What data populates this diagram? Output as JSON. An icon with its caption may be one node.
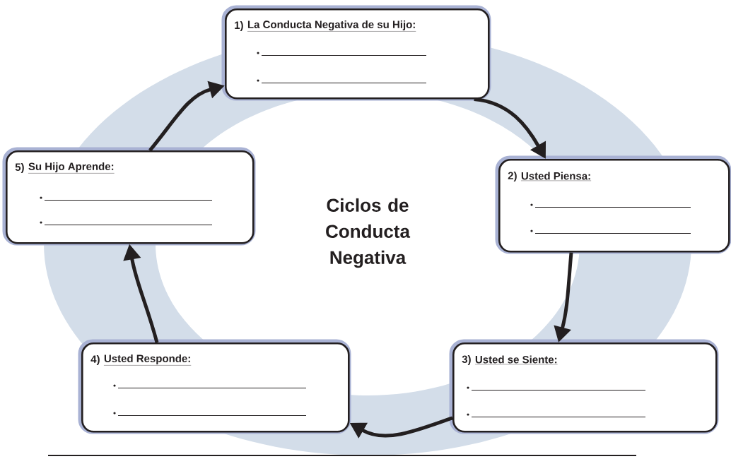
{
  "diagram": {
    "title": "Ciclos de Conducta Negativa",
    "nodes": [
      {
        "text": [
          "1)",
          "La Conducta Negativa de su Hijo:"
        ]
      },
      {
        "text": [
          "2)",
          "Usted Piensa:"
        ]
      },
      {
        "text": [
          "3)",
          "Usted se Siente:"
        ]
      },
      {
        "text": [
          "4)",
          "Usted Responde:"
        ]
      },
      {
        "text": [
          "5)",
          "Su Hijo Aprende:"
        ]
      }
    ],
    "edges": [
      {
        "from": 0,
        "to": 1,
        "arrow": "to"
      },
      {
        "from": 1,
        "to": 2,
        "arrow": "to"
      },
      {
        "from": 2,
        "to": 3,
        "arrow": "to"
      },
      {
        "from": 3,
        "to": 4,
        "arrow": "to"
      },
      {
        "from": 4,
        "to": 0,
        "arrow": "to"
      }
    ]
  }
}
